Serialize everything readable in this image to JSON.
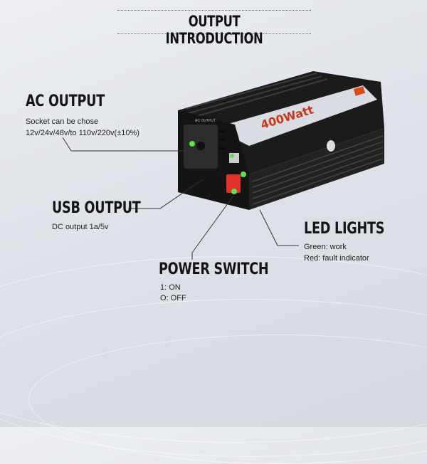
{
  "title": "OUTPUT INTRODUCTION",
  "callouts": {
    "ac_output": {
      "heading": "AC OUTPUT",
      "lines": [
        "Socket can be chose",
        "12v/24v/48v/to 110v/220v(±10%)"
      ]
    },
    "usb_output": {
      "heading": "USB OUTPUT",
      "lines": [
        "DC output 1a/5v"
      ]
    },
    "led_lights": {
      "heading": "LED LIGHTS",
      "lines": [
        "Green: work",
        "Red: fault indicator"
      ]
    },
    "power_switch": {
      "heading": "POWER SWITCH",
      "lines": [
        "1: ON",
        "O: OFF"
      ]
    }
  },
  "device": {
    "label_wattage": "400Watt",
    "label_port": "AC OUTPUT",
    "colors": {
      "body": "#1b1b1b",
      "label_panel": "#d9dde3",
      "indicator_green": "#5ee34a",
      "switch_red": "#e0322b"
    }
  }
}
